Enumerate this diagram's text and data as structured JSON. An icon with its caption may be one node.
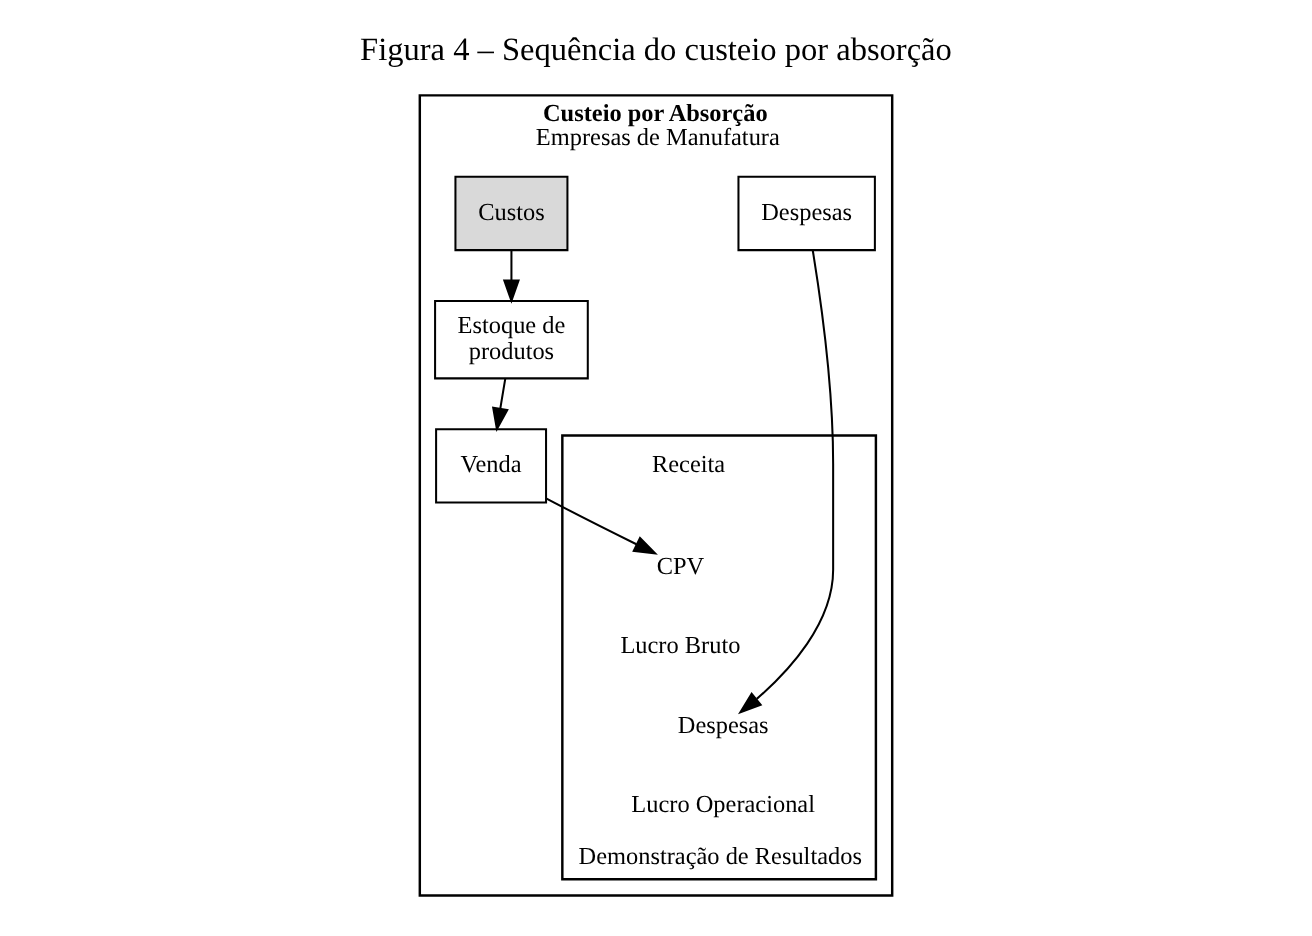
{
  "diagram": {
    "caption": "Figura 4 – Sequência do custeio por absorção",
    "nodes": [
      {
        "text": [
          "Custeio por Absorção",
          "Empresas de Manufatura"
        ]
      },
      {
        "text": [
          "Despesas"
        ],
        "in": 0
      },
      {
        "text": [
          "Custos"
        ],
        "in": 0
      },
      {
        "text": [
          "Estoque de produtos"
        ],
        "in": 0
      },
      {
        "text": [
          "Venda"
        ],
        "in": 0
      },
      {
        "text": [
          "Demonstração de Resultados"
        ],
        "in": 0
      },
      {
        "text": [
          "Receita"
        ],
        "in": 5
      },
      {
        "text": [
          "CPV"
        ],
        "in": 5
      },
      {
        "text": [
          "Lucro Bruto"
        ],
        "in": 5
      },
      {
        "text": [
          "Despesas"
        ],
        "in": 5
      },
      {
        "text": [
          "Lucro Operacional"
        ],
        "in": 5
      }
    ],
    "edges": [
      {
        "from": 2,
        "to": 3,
        "arrow": "to"
      },
      {
        "from": 3,
        "to": 4,
        "arrow": "to"
      },
      {
        "from": 4,
        "to": 7,
        "arrow": "to"
      },
      {
        "from": 1,
        "to": 9,
        "arrow": "to"
      }
    ]
  }
}
